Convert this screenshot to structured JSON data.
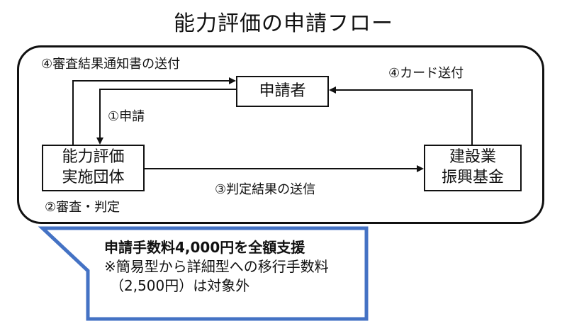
{
  "title": "能力評価の申請フロー",
  "nodes": {
    "applicant": "申請者",
    "evaluator_line1": "能力評価",
    "evaluator_line2": "実施団体",
    "fund_line1": "建設業",
    "fund_line2": "振興基金"
  },
  "steps": {
    "apply": "①申請",
    "review": "②審査・判定",
    "send_result": "③判定結果の送信",
    "notify_result": "④審査結果通知書の送付",
    "send_card": "④カード送付"
  },
  "callout": {
    "headline": "申請手数料4,000円を全額支援",
    "note_line1": "※簡易型から詳細型への移行手数料",
    "note_line2": "（2,500円）は対象外"
  },
  "colors": {
    "callout_border": "#4472C4",
    "line": "#111111"
  }
}
